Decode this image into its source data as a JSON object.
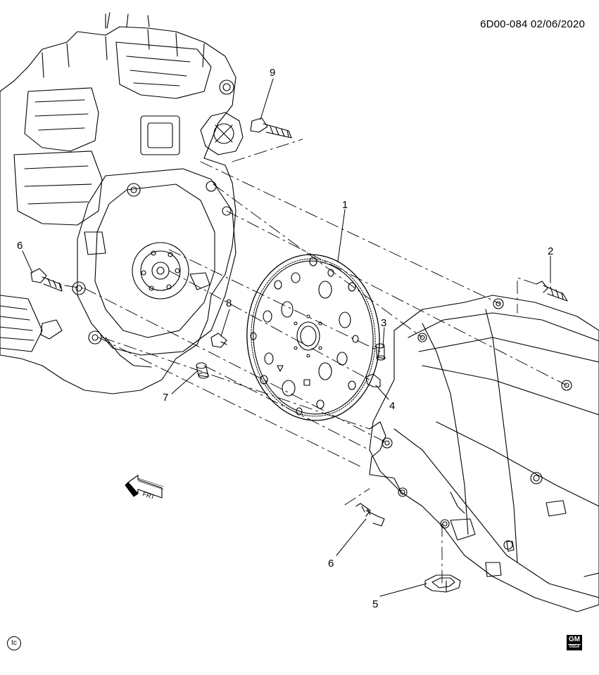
{
  "header": {
    "reference": "6D00-084  02/06/2020"
  },
  "callouts": [
    {
      "id": "1",
      "label": "1"
    },
    {
      "id": "2",
      "label": "2"
    },
    {
      "id": "3",
      "label": "3"
    },
    {
      "id": "4",
      "label": "4"
    },
    {
      "id": "5",
      "label": "5"
    },
    {
      "id": "6a",
      "label": "6"
    },
    {
      "id": "6b",
      "label": "6"
    },
    {
      "id": "7",
      "label": "7"
    },
    {
      "id": "8",
      "label": "8"
    },
    {
      "id": "9",
      "label": "9"
    }
  ],
  "direction_marker": {
    "label": "FRT"
  },
  "footer": {
    "tc_mark": "tc",
    "brand_logo": "GM",
    "brand_logo_sub": "OSGA"
  }
}
